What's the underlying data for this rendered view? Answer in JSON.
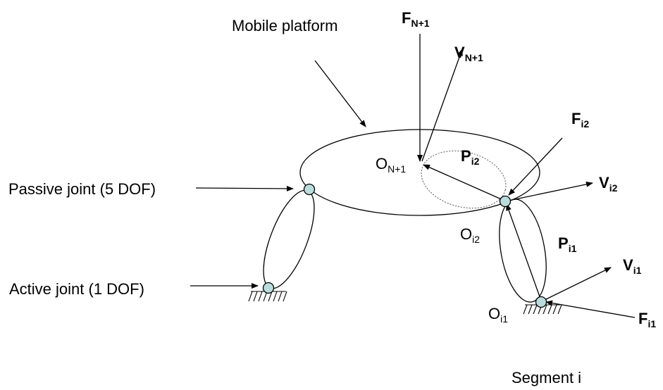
{
  "labels": {
    "mobile_platform": "Mobile platform",
    "passive_joint": "Passive joint (5 DOF)",
    "active_joint": "Active joint (1 DOF)",
    "segment": "Segment i"
  },
  "symbols": {
    "F_N1": {
      "main": "F",
      "sub": "N+1"
    },
    "V_N1": {
      "main": "V",
      "sub": "N+1"
    },
    "F_i2": {
      "main": "F",
      "sub": "i2"
    },
    "V_i2": {
      "main": "V",
      "sub": "i2"
    },
    "P_i2": {
      "main": "P",
      "sub": "i2"
    },
    "O_N1": {
      "main": "O",
      "sub": "N+1"
    },
    "O_i2": {
      "main": "O",
      "sub": "i2"
    },
    "P_i1": {
      "main": "P",
      "sub": "i1"
    },
    "V_i1": {
      "main": "V",
      "sub": "i1"
    },
    "O_i1": {
      "main": "O",
      "sub": "i1"
    },
    "F_i1": {
      "main": "F",
      "sub": "i1"
    }
  },
  "colors": {
    "joint_fill": "#b9dcdc",
    "stroke": "#000000"
  }
}
